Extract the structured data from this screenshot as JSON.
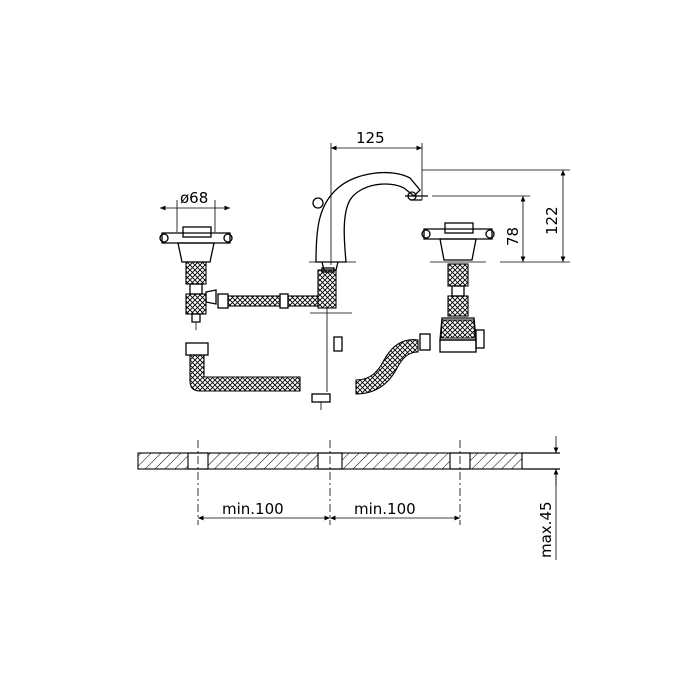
{
  "dimensions": {
    "spout_reach": "125",
    "base_diameter": "ø68",
    "height_total": "122",
    "height_spout": "78",
    "spacing_left": "min.100",
    "spacing_right": "min.100",
    "deck_thickness": "max.45"
  }
}
